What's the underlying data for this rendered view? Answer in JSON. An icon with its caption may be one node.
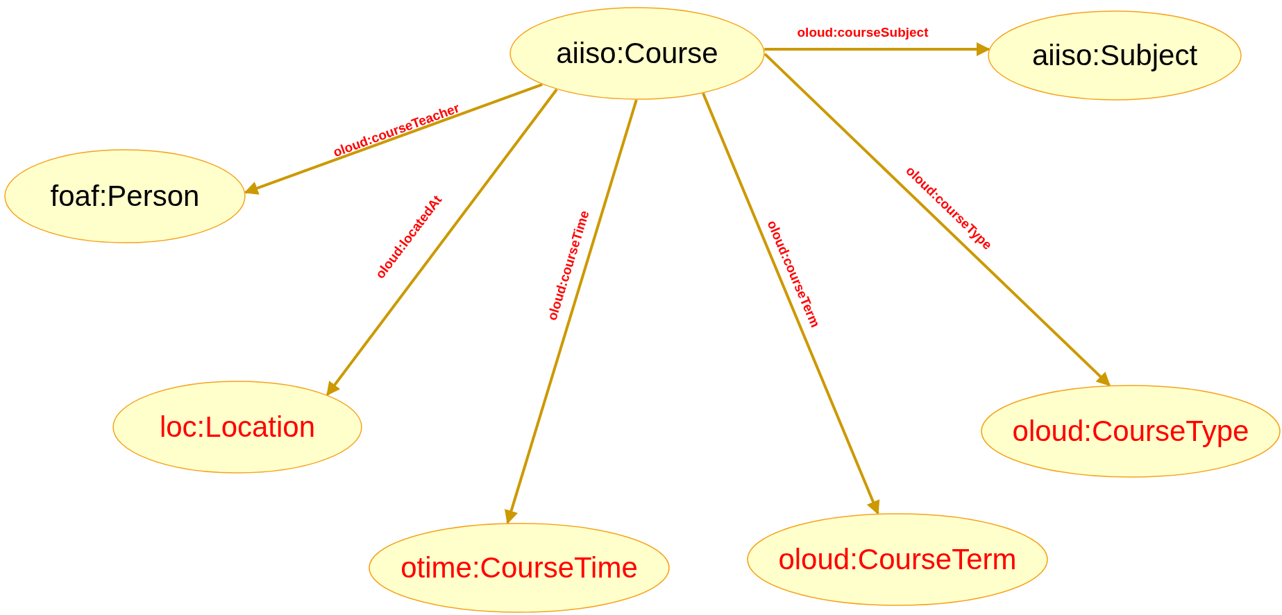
{
  "diagram": {
    "nodes": [
      {
        "text": [
          "aiiso:Course"
        ]
      },
      {
        "text": [
          "aiiso:Subject"
        ]
      },
      {
        "text": [
          "foaf:Person"
        ]
      },
      {
        "text": [
          "loc:Location"
        ]
      },
      {
        "text": [
          "otime:CourseTime"
        ]
      },
      {
        "text": [
          "oloud:CourseTerm"
        ]
      },
      {
        "text": [
          "oloud:CourseType"
        ]
      }
    ],
    "edges": [
      {
        "from": 0,
        "to": 1,
        "arrow": "to",
        "label": "oloud:courseSubject"
      },
      {
        "from": 0,
        "to": 2,
        "arrow": "to",
        "label": "oloud:courseTeacher"
      },
      {
        "from": 0,
        "to": 3,
        "arrow": "to",
        "label": "oloud:locatedAt"
      },
      {
        "from": 0,
        "to": 4,
        "arrow": "to",
        "label": "oloud:courseTime"
      },
      {
        "from": 0,
        "to": 5,
        "arrow": "to",
        "label": "oloud:courseTerm"
      },
      {
        "from": 0,
        "to": 6,
        "arrow": "to",
        "label": "oloud:courseType"
      }
    ]
  }
}
